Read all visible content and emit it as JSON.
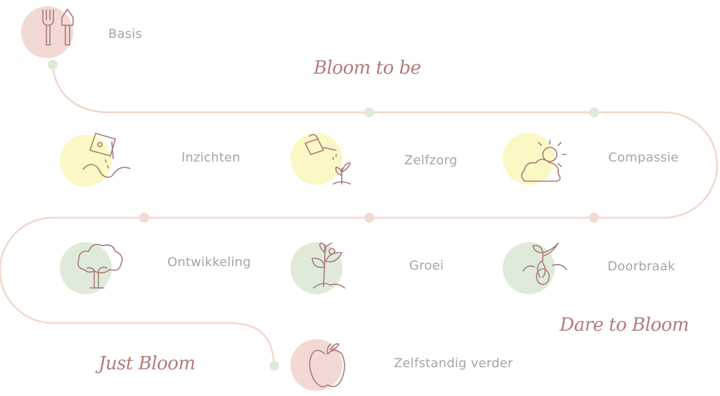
{
  "phases": {
    "bloom_to_be": "Bloom to be",
    "dare_to_bloom": "Dare to Bloom",
    "just_bloom": "Just Bloom"
  },
  "steps": [
    {
      "label": "Basis",
      "icon": "garden-tools-icon",
      "color": "#f3d9d3"
    },
    {
      "label": "Inzichten",
      "icon": "seed-packet-icon",
      "color": "#fbf8c5"
    },
    {
      "label": "Zelfzorg",
      "icon": "watering-can-icon",
      "color": "#fbf8c5"
    },
    {
      "label": "Compassie",
      "icon": "sun-cloud-icon",
      "color": "#fbf8c5"
    },
    {
      "label": "Ontwikkeling",
      "icon": "tree-icon",
      "color": "#dfebd8"
    },
    {
      "label": "Groei",
      "icon": "plant-icon",
      "color": "#dfebd8"
    },
    {
      "label": "Doorbraak",
      "icon": "sprout-icon",
      "color": "#dfebd8"
    },
    {
      "label": "Zelfstandig verder",
      "icon": "apple-icon",
      "color": "#f3d9d3"
    }
  ],
  "colors": {
    "path": "#f2d6cd",
    "dot_green": "#dfebd8",
    "dot_pink": "#f3d9d3",
    "icon_stroke": "#a9797a",
    "phase_text": "#b07c7e",
    "label_text": "#a6a6a6"
  }
}
